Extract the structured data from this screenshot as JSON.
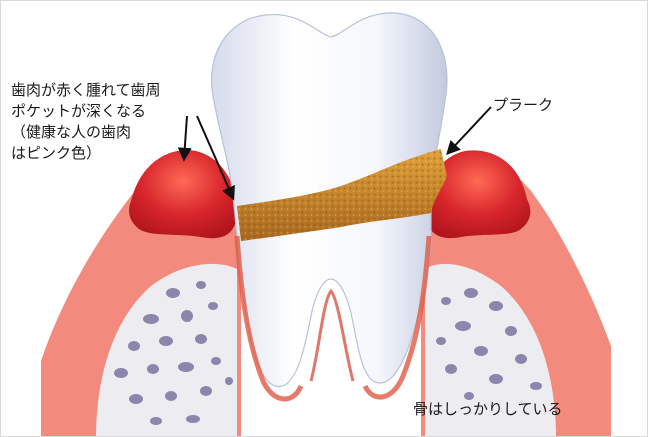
{
  "labels": {
    "gum_lines": [
      "歯肉が赤く腫れて歯周",
      "ポケットが深くなる",
      "（健康な人の歯肉",
      "はピンク色）"
    ],
    "plaque": "プラーク",
    "bone": "骨はしっかりしている"
  },
  "colors": {
    "gum_red": "#d8262c",
    "gum_light": "#f08a80",
    "plaque": "#c98a2e",
    "bone_spots": "#8b86ac",
    "tooth": "#f2f4fb",
    "tooth_shadow": "#c9cfe3"
  }
}
